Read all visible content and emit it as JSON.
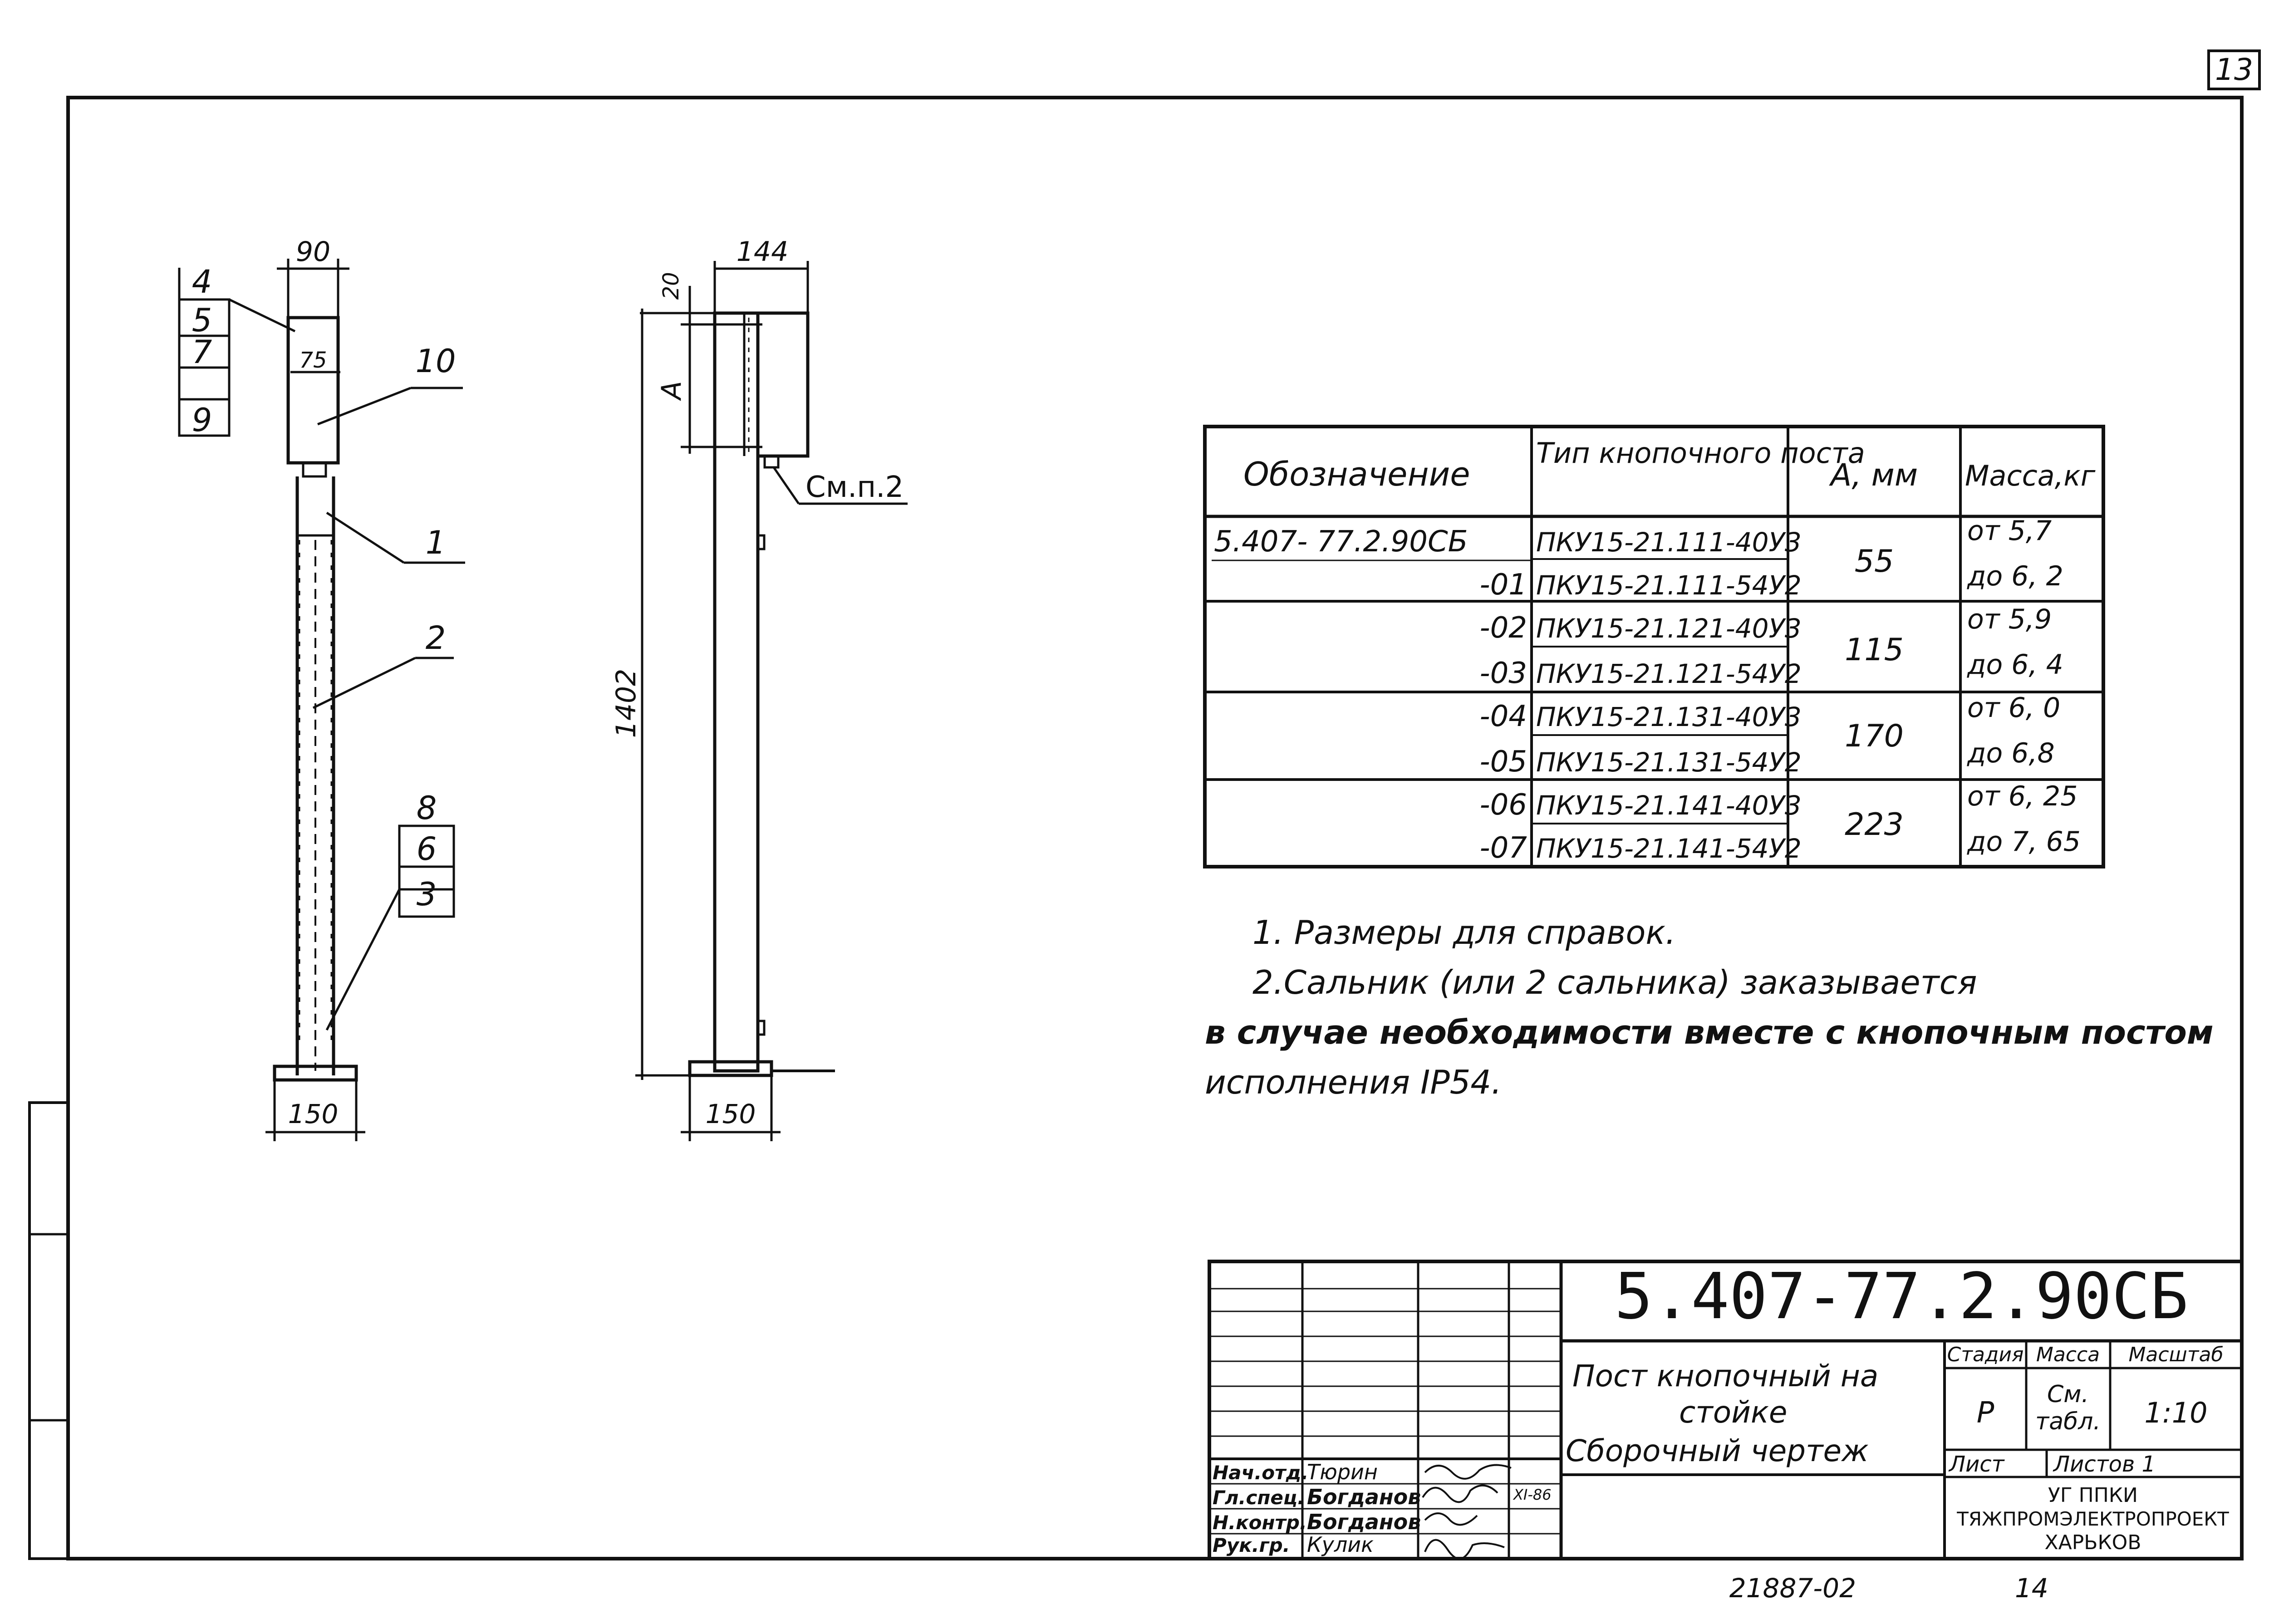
{
  "page_number": "13",
  "front_view": {
    "dim_width_top": "90",
    "dim_inner": "75",
    "dim_base": "150",
    "callouts_left": [
      "4",
      "5",
      "7",
      "9"
    ],
    "callout_10": "10",
    "callout_1": "1",
    "callout_2": "2",
    "callouts_lower": [
      "8",
      "6",
      "3"
    ]
  },
  "side_view": {
    "dim_top": "144",
    "dim_20": "20",
    "dim_a": "A",
    "dim_height": "1402",
    "dim_base": "150",
    "note_ref": "См.п.2"
  },
  "variants_table": {
    "headers": [
      "Обозначение",
      "Тип кнопочного поста",
      "А, мм",
      "Масса,кг"
    ],
    "rows": [
      {
        "designation": "5.407- 77.2.90СБ",
        "type": "ПКУ15-21.111-40У3"
      },
      {
        "designation": "-01",
        "type": "ПКУ15-21.111-54У2"
      },
      {
        "designation": "-02",
        "type": "ПКУ15-21.121-40У3"
      },
      {
        "designation": "-03",
        "type": "ПКУ15-21.121-54У2"
      },
      {
        "designation": "-04",
        "type": "ПКУ15-21.131-40У3"
      },
      {
        "designation": "-05",
        "type": "ПКУ15-21.131-54У2"
      },
      {
        "designation": "-06",
        "type": "ПКУ15-21.141-40У3"
      },
      {
        "designation": "-07",
        "type": "ПКУ15-21.141-54У2"
      }
    ],
    "groups": [
      {
        "a": "55",
        "mass_from": "от 5,7",
        "mass_to": "до 6, 2"
      },
      {
        "a": "115",
        "mass_from": "от 5,9",
        "mass_to": "до 6, 4"
      },
      {
        "a": "170",
        "mass_from": "от 6, 0",
        "mass_to": "до 6,8"
      },
      {
        "a": "223",
        "mass_from": "от 6, 25",
        "mass_to": "до 7, 65"
      }
    ]
  },
  "notes": [
    "1. Размеры для справок.",
    "2.Сальник (или 2 сальника) заказывается",
    "в случае необходимости вместе с кнопочным постом",
    "исполнения IP54."
  ],
  "title_block": {
    "doc_code": "5.407-77.2.90СБ",
    "title_line1": "Пост кнопочный на",
    "title_line2": "стойке",
    "title_line3": "Сборочный чертеж",
    "stage_label": "Стадия",
    "mass_label": "Масса",
    "scale_label": "Масштаб",
    "stage": "Р",
    "mass_line1": "См.",
    "mass_line2": "табл.",
    "scale": "1:10",
    "sheet_label": "Лист",
    "sheets_label": "Листов 1",
    "org_line1": "УГ ППКИ",
    "org_line2": "ТЯЖПРОМЭЛЕКТРОПРОЕКТ",
    "org_line3": "ХАРЬКОВ",
    "signatures": [
      {
        "role": "Нач.отд.",
        "name": "Тюрин"
      },
      {
        "role": "Гл.спец.",
        "name": "Богданов"
      },
      {
        "role": "Н.контр.",
        "name": "Богданов"
      },
      {
        "role": "Рук.гр.",
        "name": "Кулик"
      }
    ],
    "date": "XI-86"
  },
  "footer_code": "21887-02",
  "footer_page": "14"
}
